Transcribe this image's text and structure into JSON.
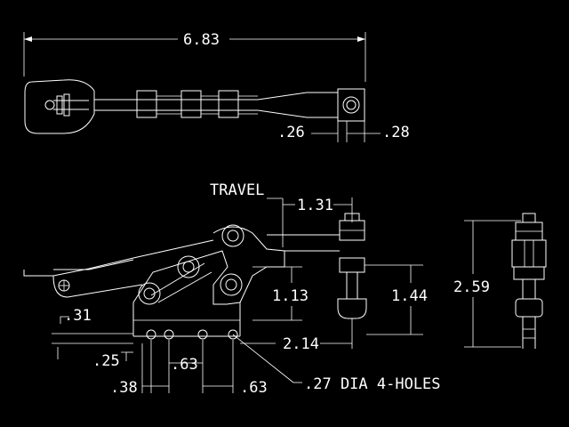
{
  "dimensions": {
    "overall_length": "6.83",
    "bar_left": ".26",
    "bar_right": ".28",
    "travel": "TRAVEL",
    "travel_value": "1.31",
    "height_pivot": "1.13",
    "height_spindle": "1.44",
    "side_height": "2.59",
    "base_height": ".31",
    "offset_left": ".25",
    "hole_spacing_a": ".63",
    "hole_offset": ".38",
    "hole_spacing_b": ".63",
    "base_length": "2.14",
    "hole_note": ".27 DIA 4-HOLES"
  },
  "colors": {
    "background": "#000000",
    "linework": "#ffffff"
  }
}
